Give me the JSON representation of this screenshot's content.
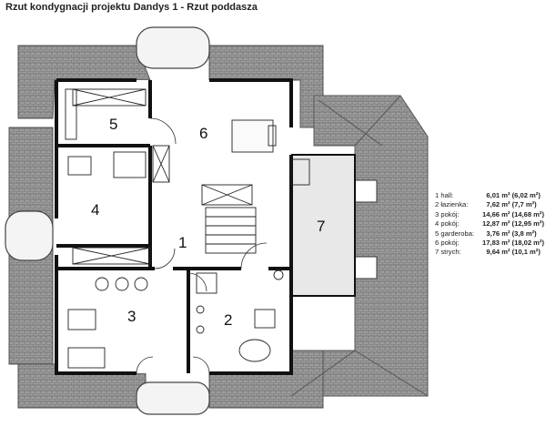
{
  "title": "Rzut kondygnacji projektu Dandys 1 - Rzut poddasza",
  "rooms": [
    {
      "number": "1",
      "name": "hall:",
      "area": "6,01 m² (6,02 m²)"
    },
    {
      "number": "2",
      "name": "łazienka:",
      "area": "7,62 m² (7,7 m²)"
    },
    {
      "number": "3",
      "name": "pokój:",
      "area": "14,66 m² (14,68 m²)"
    },
    {
      "number": "4",
      "name": "pokój:",
      "area": "12,87 m² (12,95 m²)"
    },
    {
      "number": "5",
      "name": "garderoba:",
      "area": "3,76 m² (3,8 m²)"
    },
    {
      "number": "6",
      "name": "pokój:",
      "area": "17,83 m² (18,02 m²)"
    },
    {
      "number": "7",
      "name": "strych:",
      "area": "9,64 m² (10,1 m²)"
    }
  ],
  "colors": {
    "roof": "#9a9a9a",
    "roof_line": "#6a6a6a",
    "floor": "#ffffff",
    "attic": "#e6e6e6",
    "wall": "#111111"
  }
}
